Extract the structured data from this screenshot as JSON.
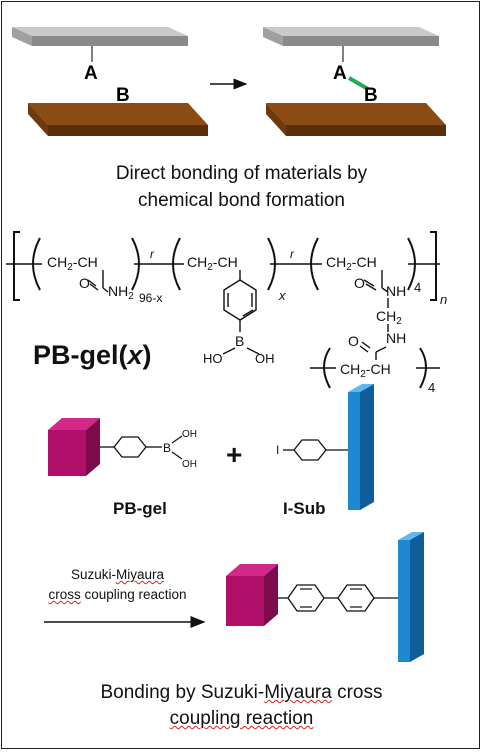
{
  "panel1": {
    "atom_a": "A",
    "atom_b": "B",
    "caption_line1": "Direct bonding of materials by",
    "caption_line2": "chemical bond formation"
  },
  "polymer": {
    "unit1_a": "CH",
    "unit1_sub": "2",
    "unit1_b": "-CH",
    "unit1_amide": "NH",
    "unit1_amide_sub": "2",
    "unit1_subscript": "96-x",
    "r1": "r",
    "unit2_a": "CH",
    "unit2_sub": "2",
    "unit2_b": "-CH",
    "boron": "B",
    "ho": "HO",
    "oh": "OH",
    "unit2_subscript": "x",
    "r2": "r",
    "unit3_a": "CH",
    "unit3_sub": "2",
    "unit3_b": "-CH",
    "nh1": "NH",
    "ch2_a": "CH",
    "ch2_sub": "2",
    "nh2": "NH",
    "unit3_subscript": "4",
    "n": "n",
    "bottom_a": "CH",
    "bottom_sub": "2",
    "bottom_b": "-CH",
    "bottom_subscript": "4",
    "title_prefix": "PB-gel(",
    "title_var": "x",
    "title_suffix": ")"
  },
  "reactants": {
    "oh_top": "OH",
    "oh_bottom": "OH",
    "boron": "B",
    "plus": "+",
    "iodine": "I",
    "pbgel_label": "PB-gel",
    "isub_label": "I-Sub"
  },
  "reaction": {
    "line1_a": "Suzuki-",
    "line1_b": "Miyaura",
    "line2_a": "cross",
    "line2_b": " coupling reaction",
    "caption_line1_a": "Bonding by Suzuki-",
    "caption_line1_b": "Miyaura",
    "caption_line1_c": " cross",
    "caption_line2": "coupling reaction"
  },
  "colors": {
    "top_plate": "#9a9a9a",
    "bottom_plate": "#7a4210",
    "bond": "#22aa55",
    "cube": "#b0106a",
    "bar": "#1e88d0"
  }
}
